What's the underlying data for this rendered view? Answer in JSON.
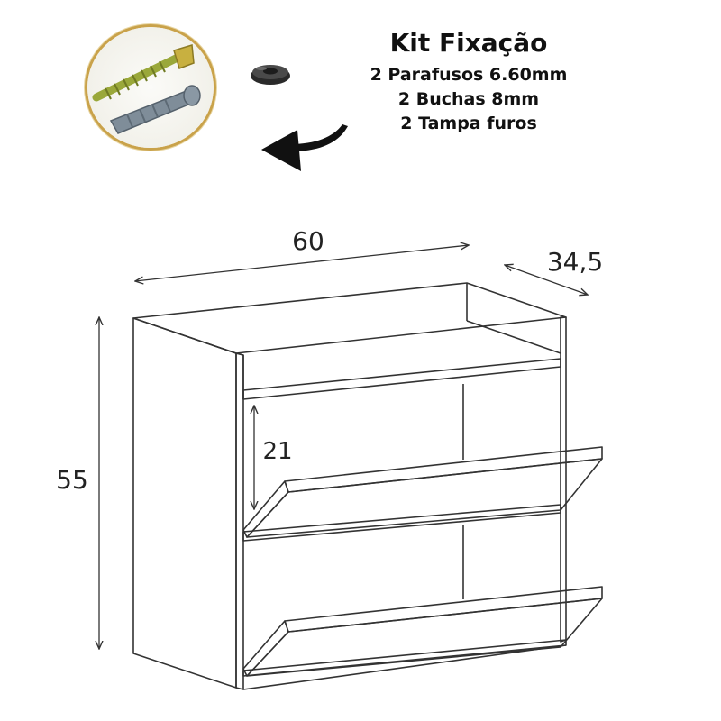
{
  "kit": {
    "title": "Kit Fixação",
    "items": [
      "2 Parafusos 6.60mm",
      "2 Buchas 8mm",
      "2 Tampa furos"
    ]
  },
  "dimensions": {
    "width": "60",
    "depth": "34,5",
    "height": "55",
    "niche_height": "21"
  },
  "icons": {
    "photo": "screw-and-anchor-photo-icon",
    "cap": "hole-cap-icon",
    "arrow": "curved-arrow-icon"
  },
  "colors": {
    "line": "#333333",
    "ring": "#c9a24a",
    "screw": "#9aa83a",
    "anchor": "#7f8d99"
  }
}
